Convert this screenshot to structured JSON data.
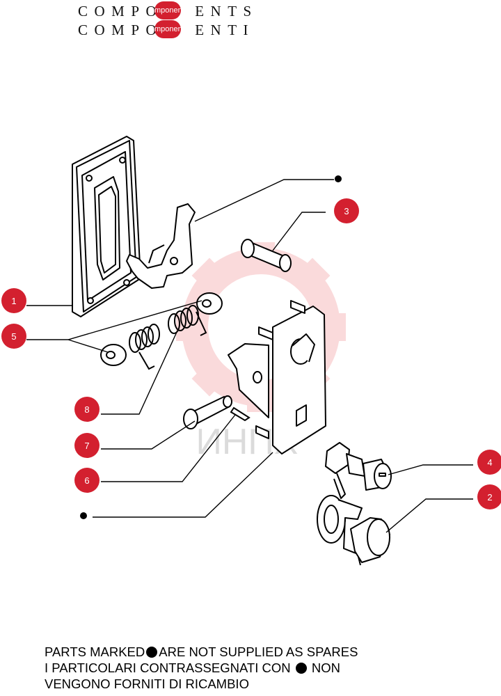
{
  "header": {
    "line_en_left": "COMPO",
    "line_en_right": "ENTS",
    "line_it_left": "COMPO",
    "line_it_right": "ENTI",
    "badge_text": "mponen"
  },
  "watermark": {
    "text": "ИНПХ",
    "color": "#e32028"
  },
  "callouts": [
    {
      "id": "c1",
      "label": "1"
    },
    {
      "id": "c2",
      "label": "2"
    },
    {
      "id": "c3",
      "label": "3"
    },
    {
      "id": "c4",
      "label": "4"
    },
    {
      "id": "c5",
      "label": "5"
    },
    {
      "id": "c6",
      "label": "6"
    },
    {
      "id": "c7",
      "label": "7"
    },
    {
      "id": "c8",
      "label": "8"
    }
  ],
  "colors": {
    "callout": "#d3202f",
    "line": "#000000"
  },
  "footer": {
    "line1_a": "PARTS MARKED",
    "line1_b": "ARE NOT SUPPLIED AS SPARES",
    "line2_a": "I  PARTICOLARI  CONTRASSEGNATI  CON",
    "line2_b": "NON",
    "line3": "VENGONO FORNITI DI RICAMBIO"
  }
}
